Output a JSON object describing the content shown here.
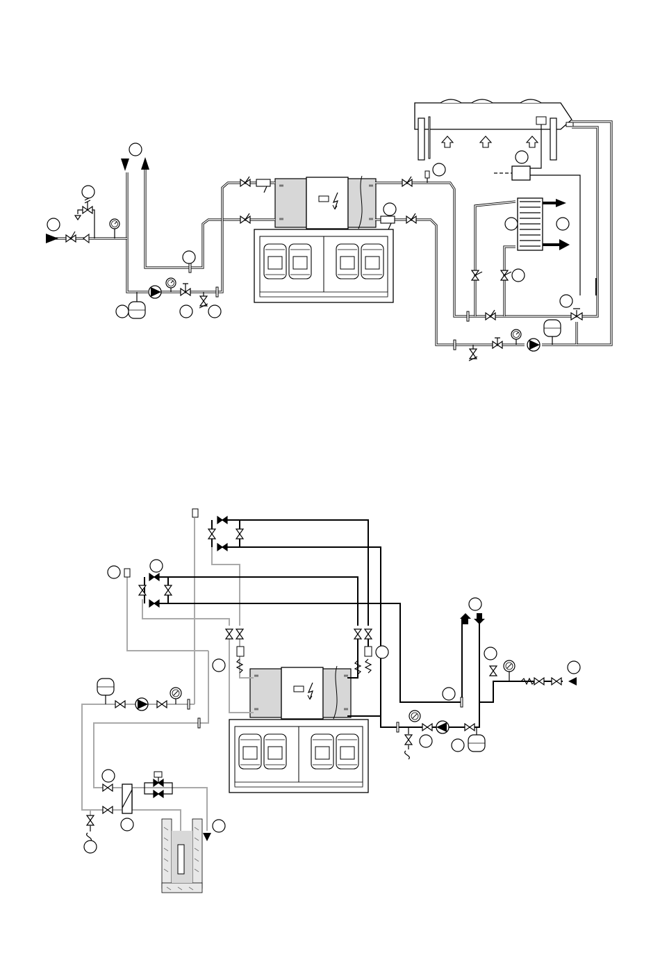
{
  "figure": {
    "colors": {
      "line": "#000000",
      "secondary_line": "#a9a9a9",
      "fill": "#ffffff",
      "shade": "#d7d7d7"
    },
    "upper_diagram": {
      "components": [
        "remote-air-cooled-condenser",
        "chiller-unit",
        "plate-heat-exchanger",
        "three-way-valve",
        "circulation-pump",
        "expansion-vessel",
        "pressure-gauge",
        "shut-off-valve",
        "safety-valve",
        "filling-valve",
        "check-valve",
        "thermometer-well",
        "control-box"
      ],
      "callout_count": 14
    },
    "lower_diagram": {
      "components": [
        "chiller-unit",
        "well-pump",
        "groundwater-well",
        "heat-exchanger",
        "circulation-pump",
        "expansion-vessel",
        "pressure-gauge",
        "shut-off-valve",
        "safety-valve",
        "solenoid-valve",
        "check-valve",
        "air-vent"
      ],
      "callout_count": 14
    }
  }
}
